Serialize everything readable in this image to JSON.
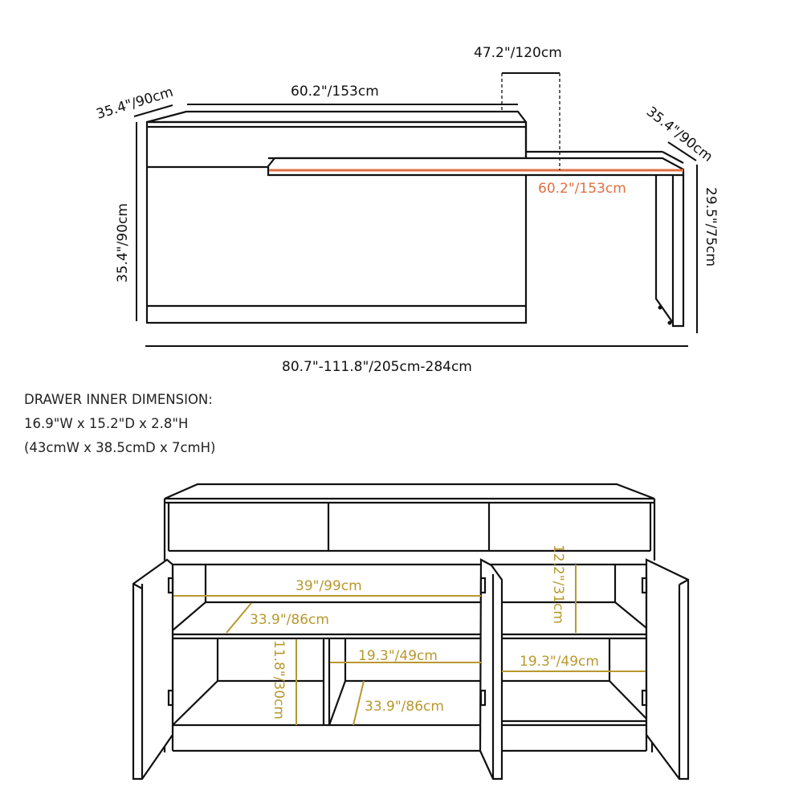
{
  "top_view": {
    "labels": {
      "depth_left": "35.4\"/90cm",
      "width_top": "60.2\"/153cm",
      "extension": "47.2\"/120cm",
      "depth_right": "35.4\"/90cm",
      "height_left": "35.4\"/90cm",
      "desk_width": "60.2\"/153cm",
      "desk_height": "29.5\"/75cm",
      "total_width": "80.7\"-111.8\"/205cm-284cm"
    },
    "colors": {
      "line": "#111111",
      "accent": "#e07040"
    }
  },
  "drawer_note": {
    "title": "DRAWER INNER DIMENSION:",
    "imperial": "16.9\"W x 15.2\"D x 2.8\"H",
    "metric": "(43cmW x 38.5cmD x 7cmH)"
  },
  "cabinet_view": {
    "labels": {
      "shelf_width": "39\"/99cm",
      "shelf_depth_top": "33.9\"/86cm",
      "right_top_height": "12.2\"/31cm",
      "lower_left_height": "11.8\"/30cm",
      "lower_mid_width": "19.3\"/49cm",
      "lower_mid_depth": "33.9\"/86cm",
      "lower_right_width": "19.3\"/49cm"
    },
    "colors": {
      "line": "#111111",
      "accent": "#b8982e"
    }
  }
}
